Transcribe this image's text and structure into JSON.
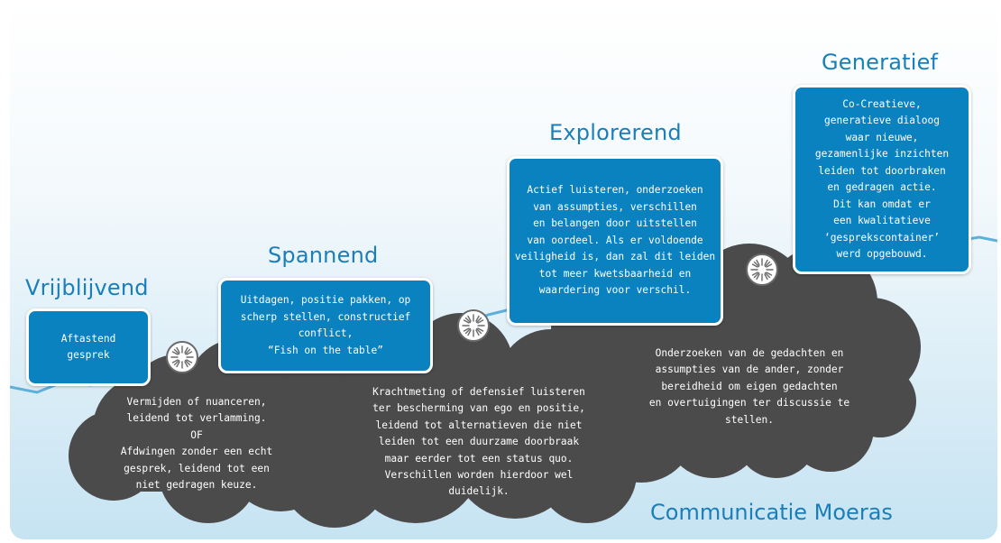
{
  "stages": {
    "vrijblijvend": {
      "title": "Vrijblijvend",
      "box_text": "Aftastend\ngesprek",
      "cloud_text": "Vermijden of nuanceren,\nleidend tot verlamming.\nOF\nAfdwingen zonder een echt\ngesprek, leidend tot een\nniet gedragen keuze."
    },
    "spannend": {
      "title": "Spannend",
      "box_text": "Uitdagen, positie pakken, op\nscherp stellen, constructief\nconflict,\n“Fish on the table”",
      "cloud_text": "Krachtmeting of defensief luisteren\nter bescherming van ego en positie,\nleidend tot alternatieven die niet\nleiden tot een duurzame doorbraak\nmaar eerder tot een status quo.\nVerschillen worden hierdoor wel\nduidelijk."
    },
    "explorerend": {
      "title": "Explorerend",
      "box_text": "Actief luisteren, onderzoeken\nvan assumpties, verschillen\nen belangen door uitstellen\nvan oordeel. Als er voldoende\nveiligheid is, dan zal dit leiden\ntot meer kwetsbaarheid en\nwaardering voor verschil.",
      "cloud_text": "Onderzoeken van de gedachten en\nassumpties van de ander, zonder\nbereidheid om eigen gedachten\nen overtuigingen ter discussie te\nstellen."
    },
    "generatief": {
      "title": "Generatief",
      "box_text": "Co-Creatieve,\ngeneratieve dialoog\nwaar nieuwe,\ngezamenlijke inzichten\nleiden tot doorbraken\nen gedragen actie.\nDit kan omdat er\neen kwalitatieve\n‘gesprekscontainer’\nwerd opgebouwd."
    }
  },
  "footer_title": "Communicatie Moeras",
  "colors": {
    "accent_blue": "#0b82c0",
    "title_blue": "#1a7fb8",
    "path_line": "#5fb0d8",
    "cloud": "#4b4b4b",
    "background_top": "#ffffff",
    "background_bottom": "#cce6f3"
  },
  "icons": [
    "gear-icon",
    "gear-icon",
    "gear-icon",
    "gear-icon"
  ]
}
